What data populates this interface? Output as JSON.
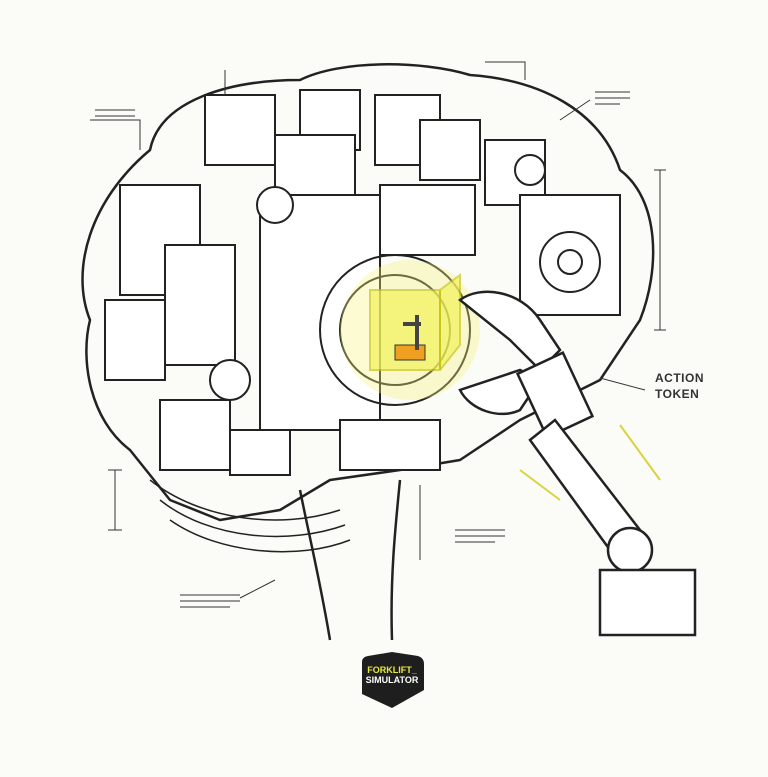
{
  "annotation": {
    "line1": "ACTION",
    "line2": "TOKEN"
  },
  "logo": {
    "line1": "FORKLIFT_",
    "line2": "SIMULATOR"
  },
  "colors": {
    "highlight": "#f3f25a",
    "forklift": "#f0a020",
    "ink": "#222222",
    "logo_bg": "#1e1e1e"
  }
}
